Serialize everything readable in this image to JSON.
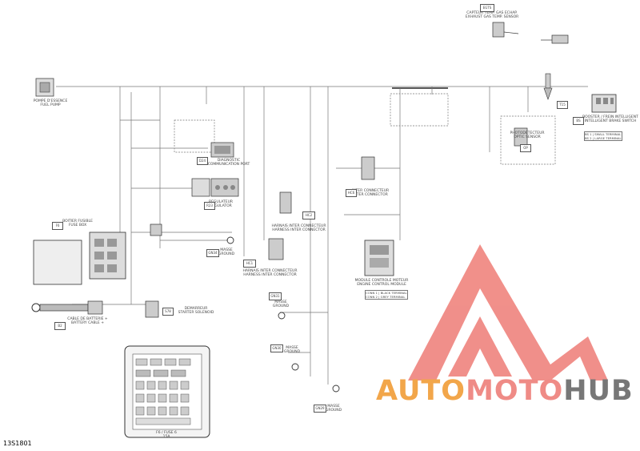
{
  "diagram_id": "13S1801",
  "watermark": {
    "part1": "AUTO",
    "part2": "MOTO",
    "part3": "HUB"
  },
  "components": {
    "fuel_pump": {
      "line1": "POMPE D'ESSENCE",
      "line2": "FUEL PUMP"
    },
    "exhaust_sensor": {
      "line1": "CAPTEUR TEMP. GAS ECHAP.",
      "line2": "EXHAUST GAS TEMP. SENSOR"
    },
    "diagnostic": {
      "line1": "DIAGNOSTIC",
      "line2": "COMMUNICATION PORT"
    },
    "regulator": {
      "line1": "REGULATEUR",
      "line2": "REGULATOR"
    },
    "fuse_box": {
      "line1": "BOITIER FUSIBLE",
      "line2": "FUSE BOX"
    },
    "battery": {
      "line1": "CABLE DE BATTERIE +",
      "line2": "BATTERY CABLE +"
    },
    "starter_solenoid": {
      "line1": "DEMARREUR",
      "line2": "STARTER SOLENOID"
    },
    "ground1": {
      "line1": "MASSE",
      "line2": "GROUND"
    },
    "harness_a": {
      "line1": "HARNAIS INTER CONNECTEUR",
      "line2": "HARNESS INTER CONNECTOR"
    },
    "harness_b": {
      "line1": "HARNAIS INTER CONNECTEUR",
      "line2": "HARNESS INTER CONNECTOR"
    },
    "ground2": {
      "line1": "MASSE",
      "line2": "GROUND"
    },
    "ground3": {
      "line1": "MASSE",
      "line2": "GROUND"
    },
    "ground4": {
      "line1": "MASSE",
      "line2": "GROUND"
    },
    "inter_connector": {
      "line1": "INTER CONNECTEUR",
      "line2": "INTER CONNECTOR"
    },
    "engine_module": {
      "line1": "MODULE CONTROLE MOTEUR",
      "line2": "ENGINE CONTROL MODULE"
    },
    "photo_sensor": {
      "line1": "PHOTODETECTEUR",
      "line2": "OPTIC SENSOR"
    },
    "brake_switch": {
      "line1": "BOOSTER / FREIN INTELLIGENT",
      "line2": "INTELLIGENT BRAKE SWITCH"
    }
  },
  "codes": {
    "fuse_box": "F6",
    "battery": "B2",
    "starter": "S78",
    "diag": "D24",
    "regulator": "R23",
    "harness_a": "HC2",
    "harness_b": "HC1",
    "ground_a": "GN34",
    "ground_b": "GN31",
    "ground_c": "GN30",
    "ground_d": "GN29",
    "inter": "HC6",
    "exhaust": "EGTS",
    "optic": "OP",
    "brake": "BS",
    "t15": "T15"
  },
  "fuse_table": {
    "title": "F6 / FUSE 6",
    "subtitle": "15A"
  },
  "ecm_table": [
    {
      "c1": "CONN 1",
      "c2": "BLACK TERMINAL"
    },
    {
      "c1": "CONN 2",
      "c2": "GREY TERMINAL"
    }
  ],
  "brake_table": [
    {
      "c1": "BS 1",
      "c2": "SMALL TERMINAL"
    },
    {
      "c1": "BS 2",
      "c2": "LARGE TERMINAL"
    }
  ]
}
